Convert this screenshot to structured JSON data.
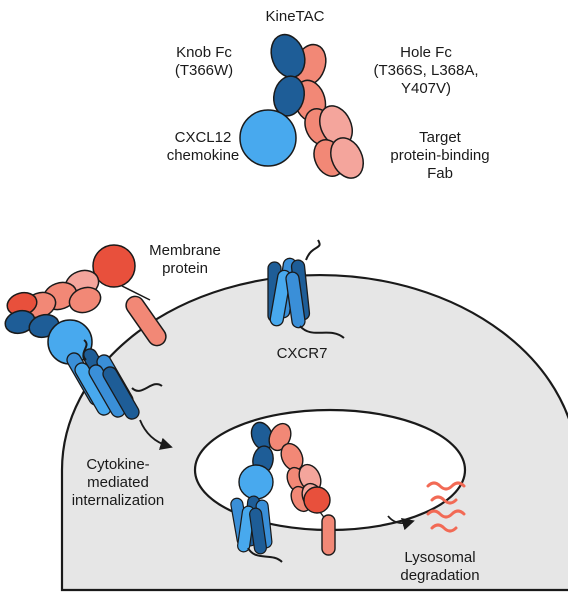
{
  "labels": {
    "kinetac": "KineTAC",
    "knob_fc": "Knob Fc\n(T366W)",
    "hole_fc": "Hole Fc\n(T366S, L368A,\nY407V)",
    "cxcl12": "CXCL12\nchemokine",
    "target_fab": "Target\nprotein-binding\nFab",
    "membrane_protein": "Membrane\nprotein",
    "cxcr7": "CXCR7",
    "cytokine_internalization": "Cytokine-\nmediated\ninternalization",
    "lysosomal_degradation": "Lysosomal\ndegradation"
  },
  "colors": {
    "dark_blue": "#1e5d97",
    "light_blue": "#48a9ee",
    "helix_blue": "#3a8fd8",
    "red": "#e8503c",
    "salmon": "#f28876",
    "pink": "#f4a59c",
    "cell_gray": "#e6e6e6",
    "outline": "#1a1a1a"
  }
}
